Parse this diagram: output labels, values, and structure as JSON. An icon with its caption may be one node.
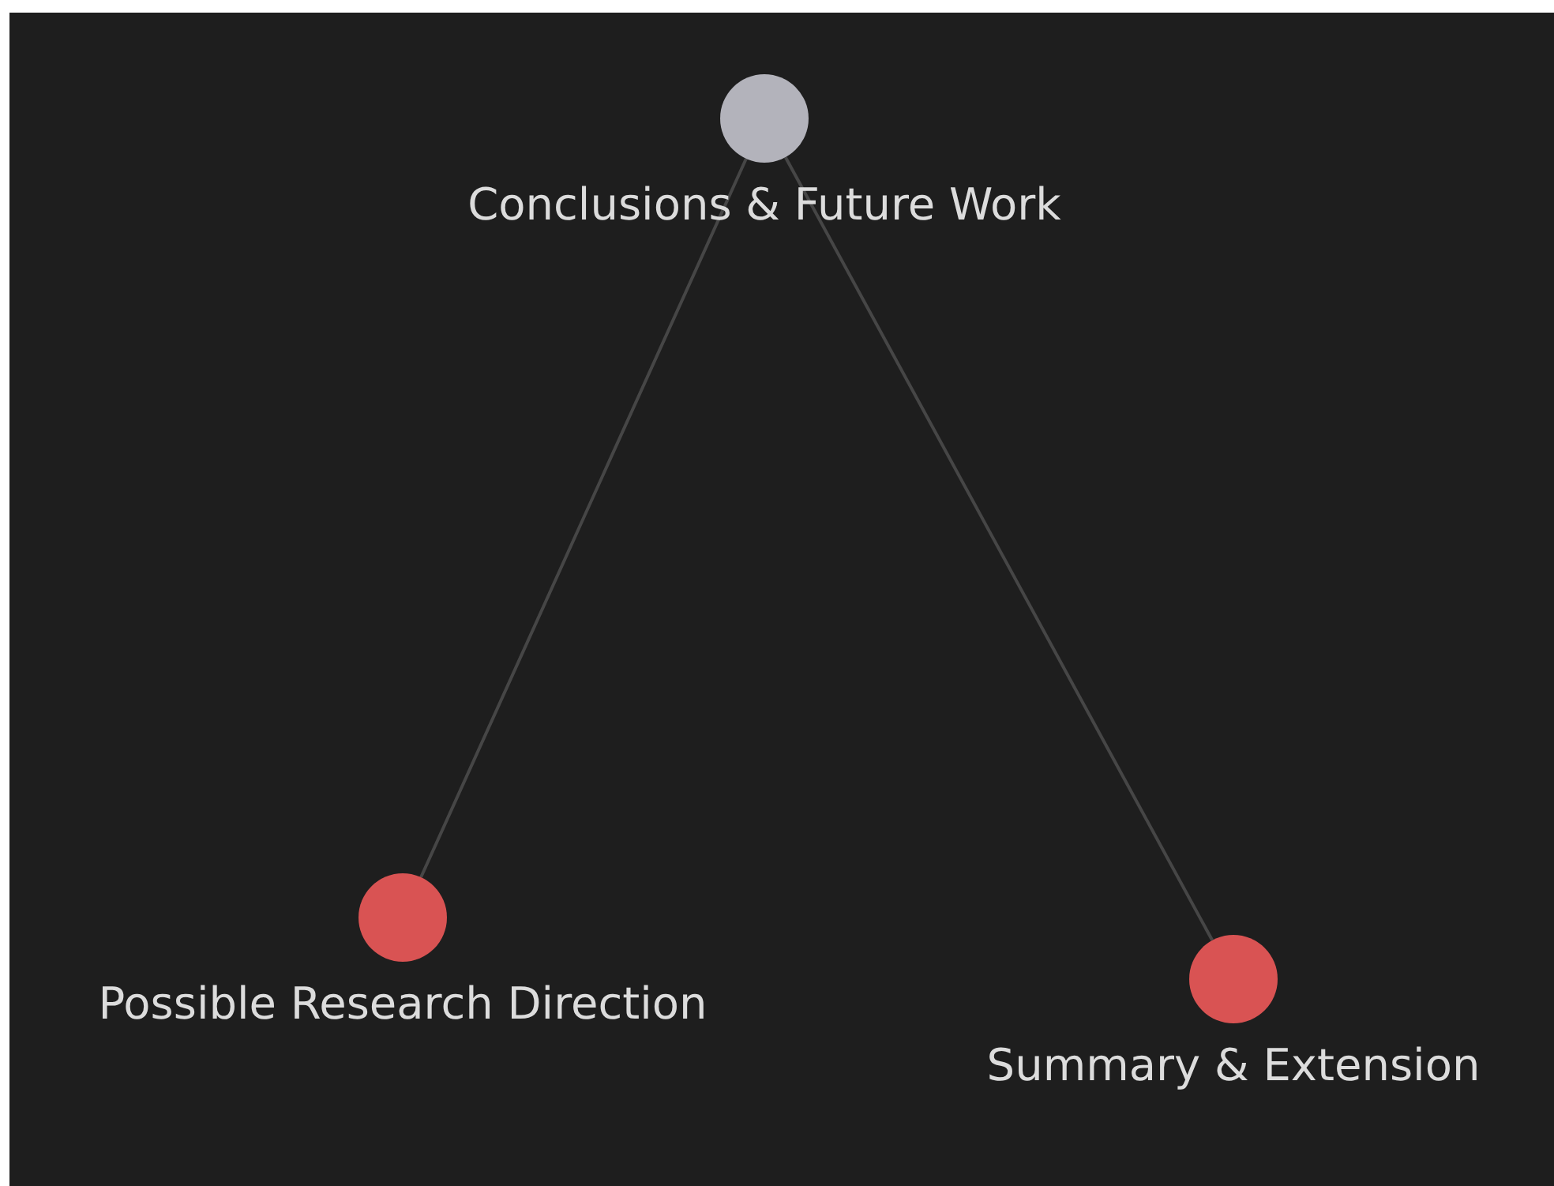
{
  "diagram": {
    "nodes": [
      {
        "text": [
          "Conclusions & Future Work"
        ]
      },
      {
        "text": [
          "Possible Research Direction"
        ]
      },
      {
        "text": [
          "Summary & Extension"
        ]
      }
    ],
    "edges": [
      {
        "from": 0,
        "to": 1,
        "arrow": "none"
      },
      {
        "from": 0,
        "to": 2,
        "arrow": "none"
      }
    ]
  }
}
